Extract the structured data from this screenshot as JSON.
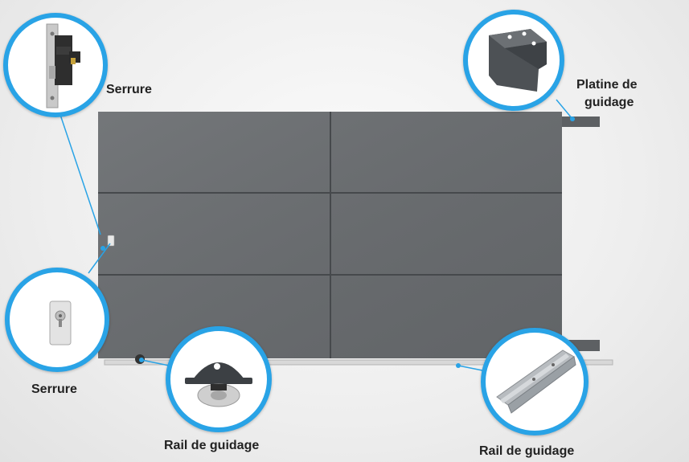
{
  "labels": {
    "lock_top": "Serrure",
    "guide_plate_line1": "Platine de",
    "guide_plate_line2": "guidage",
    "lock_bottom": "Serrure",
    "wheel": "Rail de guidage",
    "rail": "Rail de guidage"
  },
  "colors": {
    "accent": "#29a3e6",
    "gate": "#6b6e71",
    "gate_groove": "#4a4d50",
    "rail": "#d9d9d9"
  },
  "icons": {
    "lock_top": "mortise-lock-icon",
    "guide_plate": "guide-plate-icon",
    "lock_bottom": "key-cylinder-icon",
    "wheel": "roller-wheel-icon",
    "rail": "metal-rail-icon"
  }
}
